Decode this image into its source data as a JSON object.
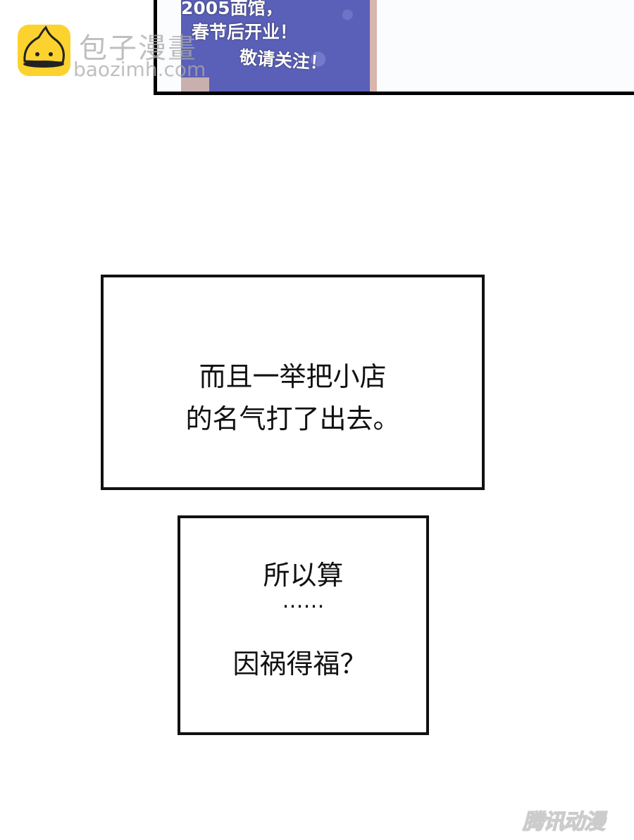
{
  "top_panel": {
    "sign_lines": [
      "2005面馆，",
      "春节后开业！",
      "敬请关注！"
    ]
  },
  "watermark_logo": {
    "name": "包子漫畫",
    "url": "baozimh.com",
    "color": "#fcd22e"
  },
  "caption_box_1": {
    "lines": [
      "而且一举把小店",
      "的名气打了出去。"
    ]
  },
  "caption_box_2": {
    "lines": [
      "所以算",
      "……",
      "因祸得福？"
    ]
  },
  "footer_watermark": "腾讯动漫"
}
